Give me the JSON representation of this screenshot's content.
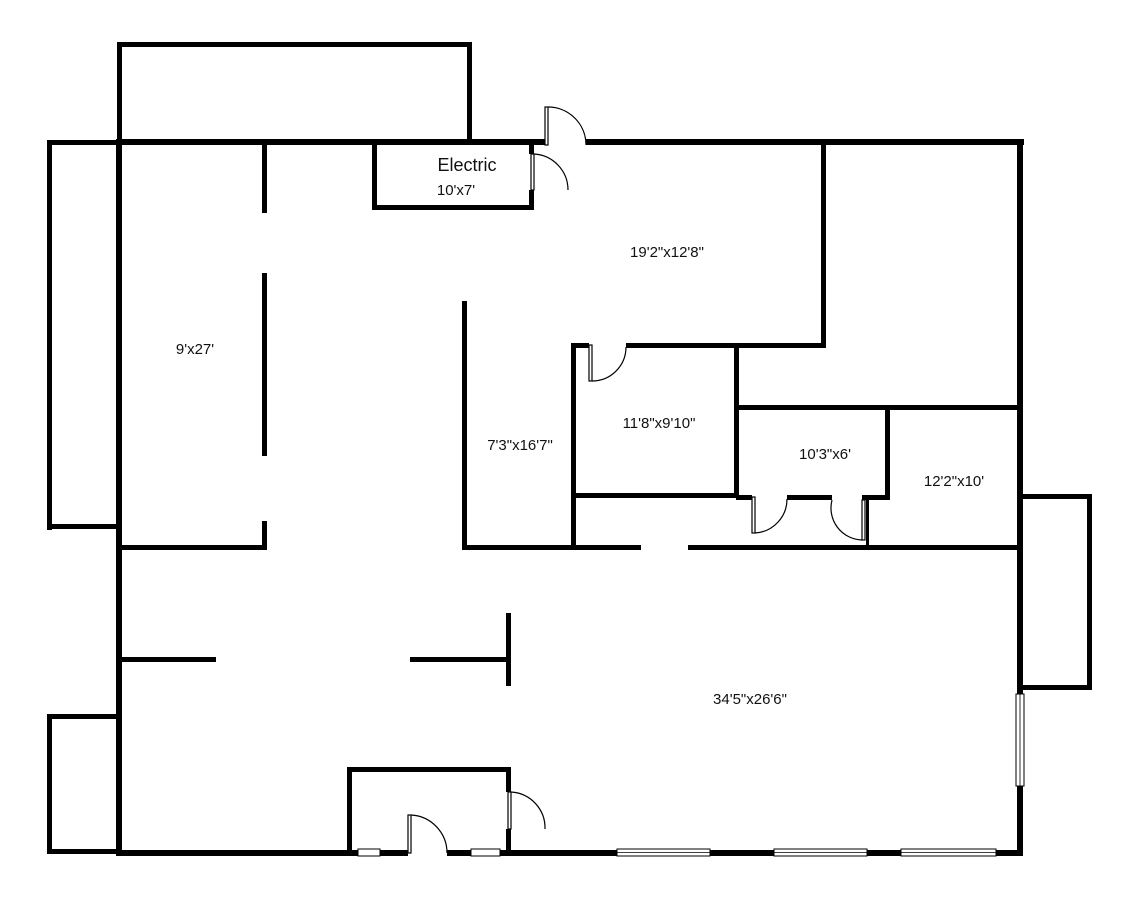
{
  "floor_plan": {
    "rooms": [
      {
        "key": "electric",
        "name": "Electric",
        "dimensions": "10'x7'"
      },
      {
        "key": "left_room",
        "dimensions": "9'x27'"
      },
      {
        "key": "top_room",
        "dimensions": "19'2\"x12'8\""
      },
      {
        "key": "hall",
        "dimensions": "7'3\"x16'7\""
      },
      {
        "key": "office",
        "dimensions": "11'8\"x9'10\""
      },
      {
        "key": "closet",
        "dimensions": "10'3\"x6'"
      },
      {
        "key": "right_room",
        "dimensions": "12'2\"x10'"
      },
      {
        "key": "main_room",
        "dimensions": "34'5\"x26'6\""
      }
    ],
    "colors": {
      "wall": "#000000",
      "background": "#ffffff"
    }
  }
}
